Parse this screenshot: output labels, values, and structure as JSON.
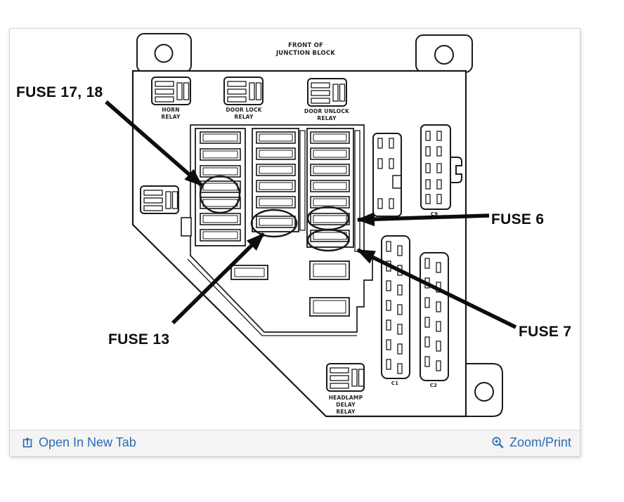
{
  "viewer": {
    "panel_border_color": "#d4d4d4",
    "toolbar": {
      "background": "#f4f4f4",
      "link_color": "#2b6cb5",
      "open_in_new_tab_label": "Open In New Tab",
      "zoom_print_label": "Zoom/Print"
    }
  },
  "diagram": {
    "ink_color": "#1a1a1a",
    "front_label": {
      "line1": "FRONT OF",
      "line2": "JUNCTION BLOCK"
    },
    "relays": {
      "horn": {
        "line1": "HORN",
        "line2": "RELAY"
      },
      "door_lock": {
        "line1": "DOOR LOCK",
        "line2": "RELAY"
      },
      "door_unlock": {
        "line1": "DOOR UNLOCK",
        "line2": "RELAY"
      },
      "headlamp_delay": {
        "line1": "HEADLAMP",
        "line2": "DELAY",
        "line3": "RELAY"
      }
    },
    "connectors": {
      "c9": "C9",
      "c1": "C1",
      "c2": "C2"
    },
    "callouts": {
      "fuse_17_18": "FUSE 17, 18",
      "fuse_6": "FUSE 6",
      "fuse_13": "FUSE 13",
      "fuse_7": "FUSE 7"
    }
  }
}
